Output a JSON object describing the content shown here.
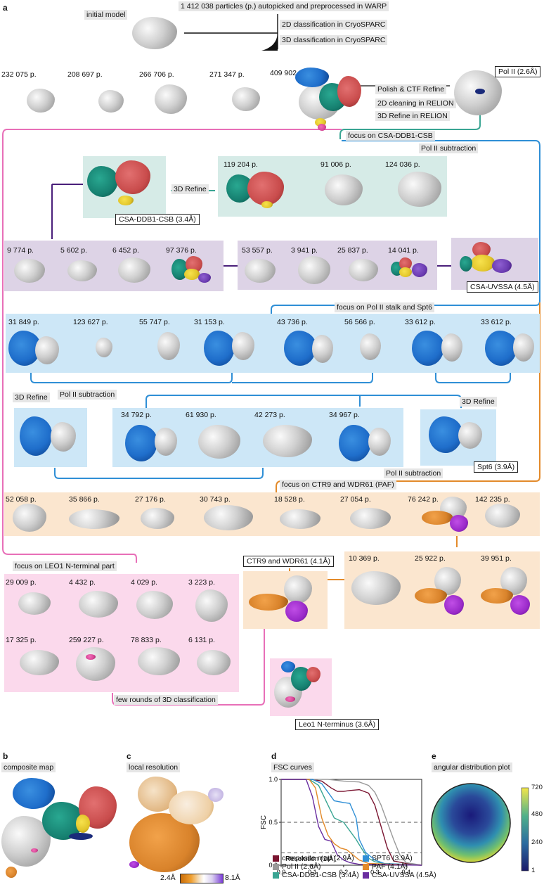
{
  "panels": {
    "a": "a",
    "b": "b",
    "c": "c",
    "d": "d",
    "e": "e"
  },
  "initial_model": "initial model",
  "autopick": "1 412 038 particles (p.) autopicked and preprocessed in WARP",
  "class2d_cryosparc": "2D classification in CryoSPARC",
  "class3d_cryosparc": "3D classification in CryoSPARC",
  "row1": [
    "232 075 p.",
    "208 697 p.",
    "266 706 p.",
    "271 347 p.",
    "409 902 p."
  ],
  "polish": "Polish & CTF Refine",
  "clean2d": "2D cleaning in RELION",
  "refine3d_relion": "3D Refine in RELION",
  "pol2_result": "Pol II (2.6Å)",
  "focus_csa": "focus on CSA-DDB1-CSB",
  "pol2_subtraction": "Pol II subtraction",
  "refine3d": "3D Refine",
  "teal_counts": [
    "119 204 p.",
    "91 006 p.",
    "124 036 p."
  ],
  "csa_ddb1_result": "CSA-DDB1-CSB (3.4Å)",
  "purple_left": [
    "9 774 p.",
    "5 602 p.",
    "6 452 p.",
    "97 376 p."
  ],
  "purple_right": [
    "53 557 p.",
    "3 941 p.",
    "25 837 p.",
    "14 041 p."
  ],
  "csa_uvssa_result": "CSA-UVSSA (4.5Å)",
  "focus_stalk": "focus on Pol II stalk and Spt6",
  "blue_counts": [
    "31 849 p.",
    "123 627 p.",
    "55 747 p.",
    "31 153 p.",
    "43 736 p.",
    "56 566 p.",
    "33 612 p.",
    "33 612 p."
  ],
  "blue2_counts": [
    "34 792 p.",
    "61 930 p.",
    "42 273 p.",
    "34 967 p."
  ],
  "spt6_result": "Spt6 (3.9Å)",
  "focus_paf": "focus on CTR9 and WDR61 (PAF)",
  "orange_counts": [
    "52 058 p.",
    "35 866 p.",
    "27 176 p.",
    "30 743 p.",
    "18 528 p.",
    "27 054 p.",
    "76 242 p.",
    "142 235 p."
  ],
  "ctr9_result": "CTR9 and WDR61 (4.1Å)",
  "orange2_counts": [
    "10 369 p.",
    "25 922 p.",
    "39 951 p."
  ],
  "focus_leo1": "focus on LEO1 N-terminal part",
  "pink_row1": [
    "29 009 p.",
    "4 432 p.",
    "4 029 p.",
    "3 223 p."
  ],
  "pink_row2": [
    "17 325 p.",
    "259 227 p.",
    "78 833 p.",
    "6 131 p."
  ],
  "few_rounds": "few rounds of 3D classification",
  "leo1_result": "Leo1 N-terminus (3.6Å)",
  "composite_map": "composite map",
  "local_resolution": "local resolution",
  "locres_min": "2.4Å",
  "locres_max": "8.1Å",
  "fsc_title": "FSC curves",
  "angular_title": "angular distribution plot",
  "angular_ticks": [
    "720",
    "480",
    "240",
    "1"
  ],
  "chart_data": {
    "type": "line",
    "title": "FSC curves",
    "xlabel": "Resolution (1/Å)",
    "ylabel": "FSC",
    "xlim": [
      0,
      0.45
    ],
    "ylim": [
      0,
      1
    ],
    "xticks": [
      "0.0",
      "0.1",
      "0.2",
      "0.3",
      "0.4"
    ],
    "yticks": [
      "0.0",
      "0.5",
      "1.0"
    ],
    "reference_lines": [
      0.5,
      0.143
    ],
    "series": [
      {
        "name": "composite map (2.9Å)",
        "color": "#7a1430",
        "x": [
          0,
          0.1,
          0.13,
          0.16,
          0.18,
          0.2,
          0.22,
          0.25,
          0.28,
          0.3,
          0.32,
          0.34,
          0.36,
          0.4,
          0.45
        ],
        "y": [
          1,
          1,
          0.98,
          0.9,
          0.86,
          0.86,
          0.87,
          0.88,
          0.84,
          0.7,
          0.45,
          0.2,
          0.05,
          0.02,
          0
        ]
      },
      {
        "name": "Pol II (2.6Å)",
        "color": "#9a9a9a",
        "x": [
          0,
          0.15,
          0.2,
          0.25,
          0.28,
          0.3,
          0.32,
          0.34,
          0.36,
          0.38,
          0.4,
          0.45
        ],
        "y": [
          1,
          1,
          0.98,
          0.97,
          0.93,
          0.85,
          0.7,
          0.5,
          0.3,
          0.12,
          0.03,
          0
        ]
      },
      {
        "name": "CSA-DDB1-CSB (3.4Å)",
        "color": "#3aa593",
        "x": [
          0,
          0.09,
          0.12,
          0.15,
          0.17,
          0.2,
          0.22,
          0.24,
          0.26,
          0.28,
          0.3,
          0.33,
          0.45
        ],
        "y": [
          1,
          1,
          0.93,
          0.7,
          0.55,
          0.5,
          0.4,
          0.3,
          0.18,
          0.08,
          0.04,
          0.02,
          0
        ]
      },
      {
        "name": "SPT6 (3.9Å)",
        "color": "#2f8fd6",
        "x": [
          0,
          0.1,
          0.13,
          0.15,
          0.17,
          0.2,
          0.22,
          0.24,
          0.25,
          0.27,
          0.3,
          0.33,
          0.45
        ],
        "y": [
          1,
          1,
          0.95,
          0.85,
          0.75,
          0.73,
          0.72,
          0.55,
          0.3,
          0.15,
          0.06,
          0.02,
          0
        ]
      },
      {
        "name": "PAF (4.1Å)",
        "color": "#e38a2a",
        "x": [
          0,
          0.09,
          0.11,
          0.13,
          0.15,
          0.17,
          0.19,
          0.21,
          0.23,
          0.25,
          0.28,
          0.45
        ],
        "y": [
          1,
          1,
          0.9,
          0.55,
          0.35,
          0.25,
          0.2,
          0.18,
          0.12,
          0.06,
          0.02,
          0
        ]
      },
      {
        "name": "CSA-UVSSA (4.5Å)",
        "color": "#6a2ea0",
        "x": [
          0,
          0.08,
          0.1,
          0.12,
          0.14,
          0.16,
          0.18,
          0.2,
          0.22,
          0.25,
          0.45
        ],
        "y": [
          1,
          1,
          0.8,
          0.45,
          0.3,
          0.28,
          0.12,
          0.06,
          0.03,
          0.01,
          0
        ]
      }
    ]
  }
}
